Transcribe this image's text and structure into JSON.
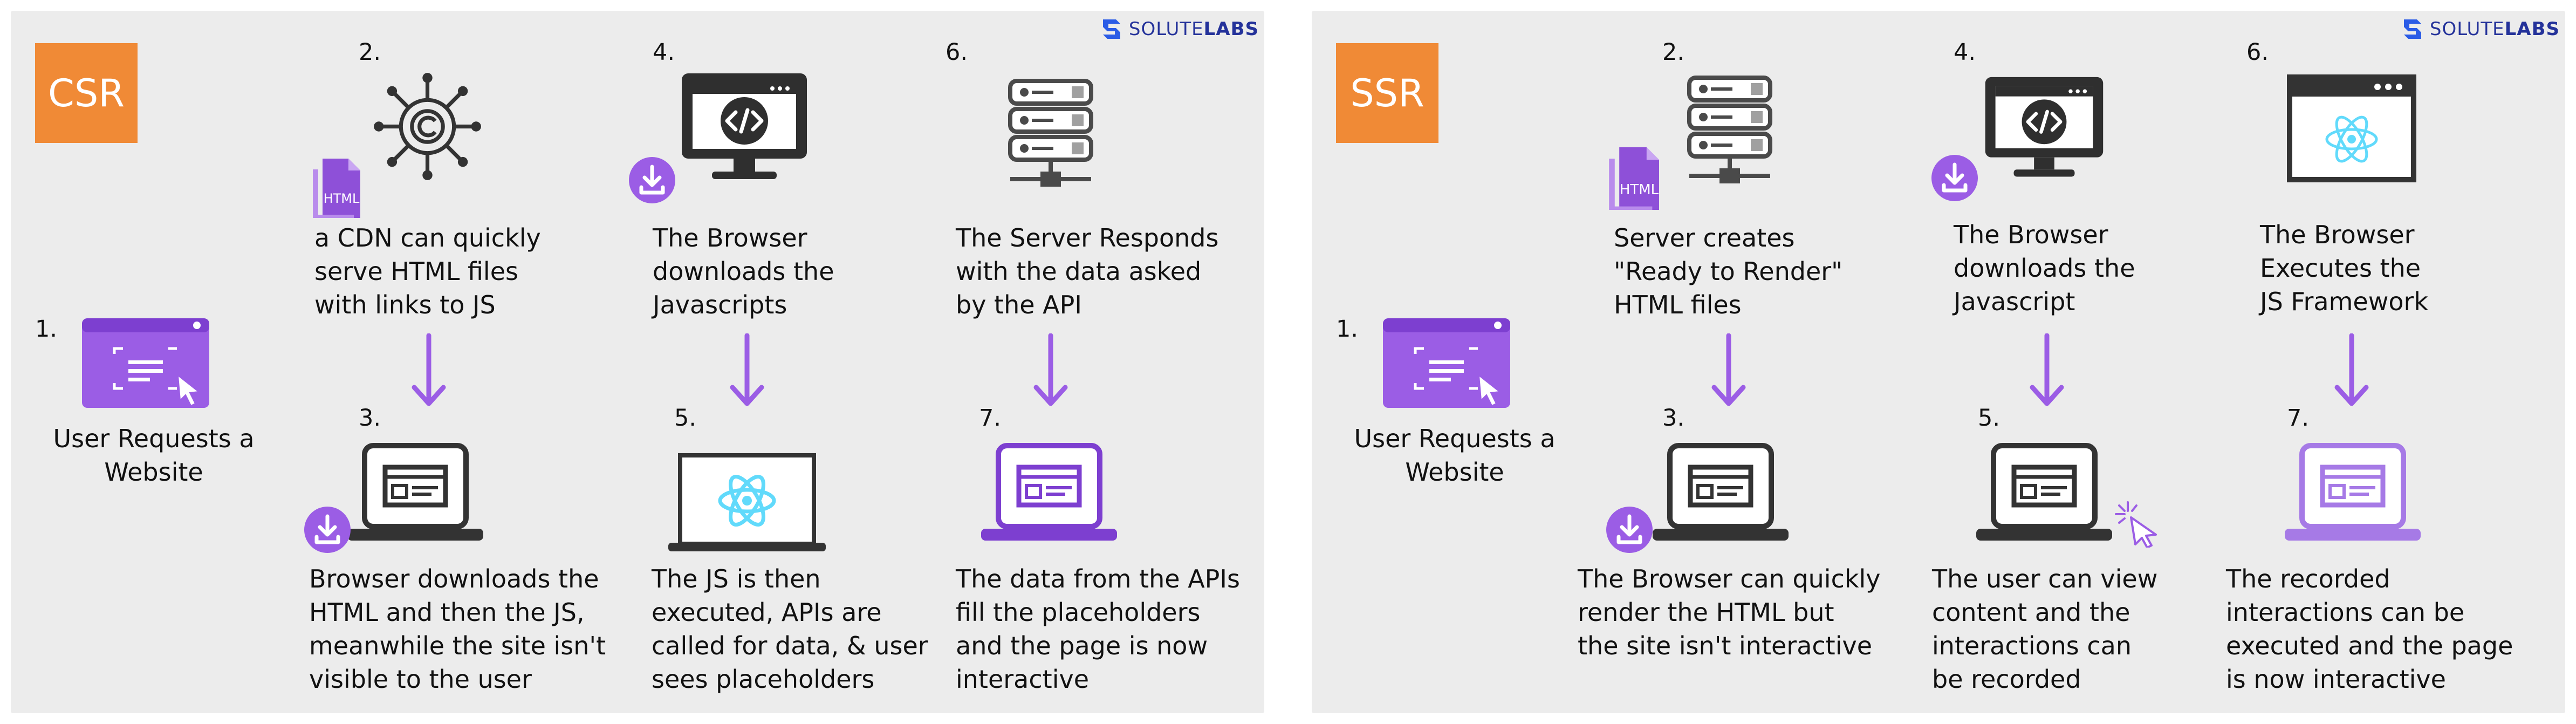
{
  "brand": {
    "name_regular": "SOLUTE",
    "name_bold": "LABS"
  },
  "colors": {
    "purple": "#9b5de5",
    "orange": "#f08a36",
    "dark": "#333333",
    "react": "#61dafb",
    "background": "#ececec"
  },
  "csr": {
    "badge": "CSR",
    "steps": [
      {
        "num": "1.",
        "text": "User Requests a\nWebsite"
      },
      {
        "num": "2.",
        "text": "a CDN can quickly\nserve HTML files\nwith links to JS",
        "file_label": "HTML"
      },
      {
        "num": "3.",
        "text": "Browser downloads the\nHTML and then the JS,\nmeanwhile the site isn't\nvisible to the user"
      },
      {
        "num": "4.",
        "text": "The Browser\ndownloads the\nJavascripts"
      },
      {
        "num": "5.",
        "text": "The JS is then\nexecuted, APIs are\ncalled for data, & user\nsees placeholders"
      },
      {
        "num": "6.",
        "text": "The Server Responds\nwith the data asked\nby the API"
      },
      {
        "num": "7.",
        "text": "The data from the APIs\nfill the placeholders\nand the page is now\ninteractive"
      }
    ]
  },
  "ssr": {
    "badge": "SSR",
    "steps": [
      {
        "num": "1.",
        "text": "User Requests a\nWebsite"
      },
      {
        "num": "2.",
        "text": "Server creates\n\"Ready to Render\"\nHTML files",
        "file_label": "HTML"
      },
      {
        "num": "3.",
        "text": "The Browser can quickly\nrender the HTML but\nthe site isn't interactive"
      },
      {
        "num": "4.",
        "text": "The Browser\ndownloads the\nJavascript"
      },
      {
        "num": "5.",
        "text": "The user can view\ncontent and the\ninteractions can\nbe recorded"
      },
      {
        "num": "6.",
        "text": "The Browser\nExecutes the\nJS Framework"
      },
      {
        "num": "7.",
        "text": "The recorded\ninteractions can be\nexecuted and the page\nis now interactive"
      }
    ]
  }
}
